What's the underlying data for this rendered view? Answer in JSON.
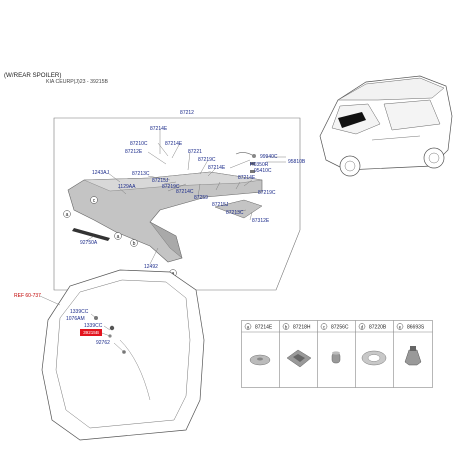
{
  "header": {
    "title": "(W/REAR SPOILER)",
    "subtitle": "KIA CEURP(J)23 - 39215B"
  },
  "main_assembly": "87212",
  "labels": {
    "l87214E_a": "87214E",
    "l87210C": "87210C",
    "l87214E_b": "87214E",
    "l87212E": "87212E",
    "l87221": "87221",
    "l87219C_a": "87219C",
    "l87214E_c": "87214E",
    "l87213C_a": "87213C",
    "l1243AJ": "1243AJ",
    "l1129AA": "1129AA",
    "l87215J_a": "87215J",
    "l87219C_b": "87219C",
    "l87214C": "87214C",
    "l87259": "87259",
    "l87215J_b": "87215J",
    "l87219C_c": "87219C",
    "l87214E_d": "87214E",
    "l87213C_b": "87213C",
    "l87312E": "87312E",
    "l92750A": "92750A",
    "l12492": "12492",
    "l99940C": "99940C",
    "l95810B": "95810B",
    "lH0350R": "H0350R",
    "l95410C": "95410C",
    "l1339CC_a": "1339CC",
    "l1076AM": "1076AM",
    "l1339CC_b": "1339CC",
    "l92762": "92762"
  },
  "ref_label": "REF 60-737",
  "highlight_label": "39215B",
  "callouts": [
    "a",
    "b",
    "c",
    "d",
    "e"
  ],
  "legend": [
    {
      "letter": "a",
      "part": "87214E"
    },
    {
      "letter": "b",
      "part": "87218H"
    },
    {
      "letter": "c",
      "part": "87256C"
    },
    {
      "letter": "d",
      "part": "87220B"
    },
    {
      "letter": "e",
      "part": "86693S"
    }
  ],
  "colors": {
    "label_blue": "#1a2a8a",
    "highlight_red": "#e3141e",
    "ref_red": "#c00000",
    "line_gray": "#666666",
    "part_gray": "#b9b9b9"
  }
}
